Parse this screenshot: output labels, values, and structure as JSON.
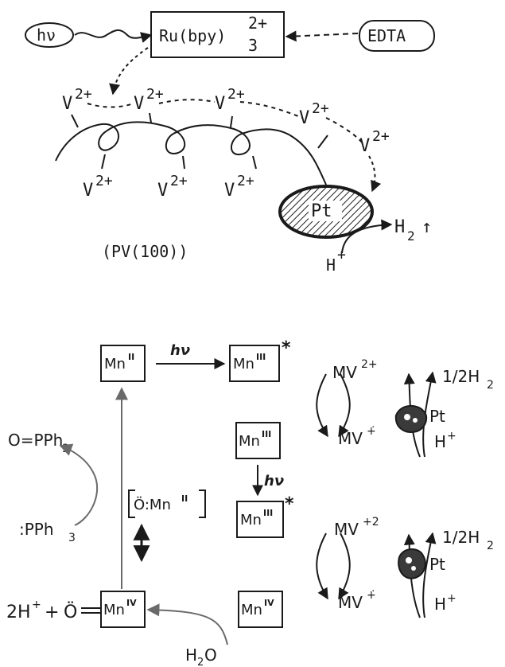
{
  "top": {
    "hv": "hν",
    "ru_main": "Ru(bpy)",
    "ru_sup": "2+",
    "ru_sub": "3",
    "edta": "EDTA",
    "v_main": "V",
    "v_sup": "2+",
    "pt": "Pt",
    "h2": "H",
    "h2_sub": "2",
    "h2_arrow": "↑",
    "hplus": "H",
    "hplus_sup": "+",
    "polymer": "(PV(100))"
  },
  "bottom": {
    "mn2": "Mn",
    "mn2_ox": "II",
    "mn3": "Mn",
    "mn3_ox": "III",
    "mn4": "Mn",
    "mn4_ox": "IV",
    "star": "*",
    "hv": "hν",
    "mv2plus": "MV",
    "mv2plus_sup": "2+",
    "mvplus2": "MV",
    "mvplus2_sup": "+2",
    "mvrad": "MV",
    "mvrad_sup": "+̇",
    "half_h2": "1/2H",
    "half_h2_sub": "2",
    "pt": "Pt",
    "hplus": "H",
    "hplus_sup": "+",
    "opph3": "O=PPh",
    "opph3_sub": "3",
    "pph3": ":PPh",
    "pph3_sub": "3",
    "bracket_o": "Ö:Mn",
    "bracket_ox": "II",
    "twoh_o": "2H",
    "twoh_sup": "+",
    "twoh_plus": "+",
    "o_dot": "Ö",
    "h2o_h": "H",
    "h2o_sub": "2",
    "h2o_o": "O"
  }
}
